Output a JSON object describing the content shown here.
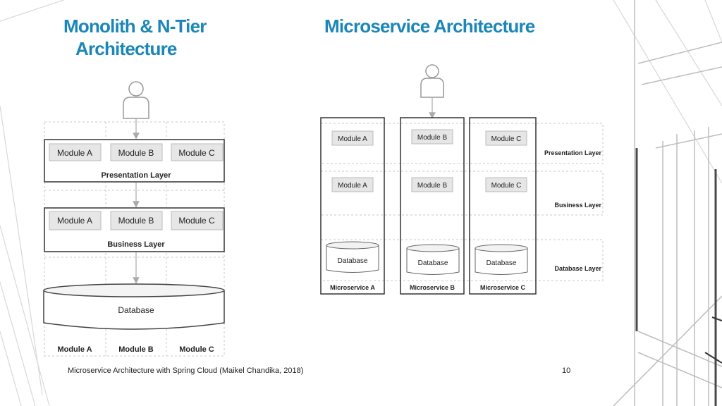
{
  "slide": {
    "title_left_line1": "Monolith & N-Tier",
    "title_left_line2": "Architecture",
    "title_right": "Microservice Architecture",
    "footer": "Microservice Architecture with Spring Cloud (Maikel Chandika, 2018)",
    "page_number": "10",
    "title_color": "#1b86b8"
  },
  "monolith": {
    "presentation_modules": [
      "Module A",
      "Module B",
      "Module C"
    ],
    "presentation_label": "Presentation Layer",
    "business_modules": [
      "Module A",
      "Module B",
      "Module C"
    ],
    "business_label": "Business Layer",
    "database_label": "Database",
    "column_labels": [
      "Module A",
      "Module B",
      "Module C"
    ]
  },
  "microservice": {
    "presentation_modules": [
      "Module A",
      "Module B",
      "Module C"
    ],
    "business_modules": [
      "Module A",
      "Module B",
      "Module C"
    ],
    "databases": [
      "Database",
      "Database",
      "Database"
    ],
    "service_labels": [
      "Microservice A",
      "Microservice B",
      "Microservice C"
    ],
    "layer_labels": [
      "Presentation Layer",
      "Business Layer",
      "Database Layer"
    ]
  }
}
